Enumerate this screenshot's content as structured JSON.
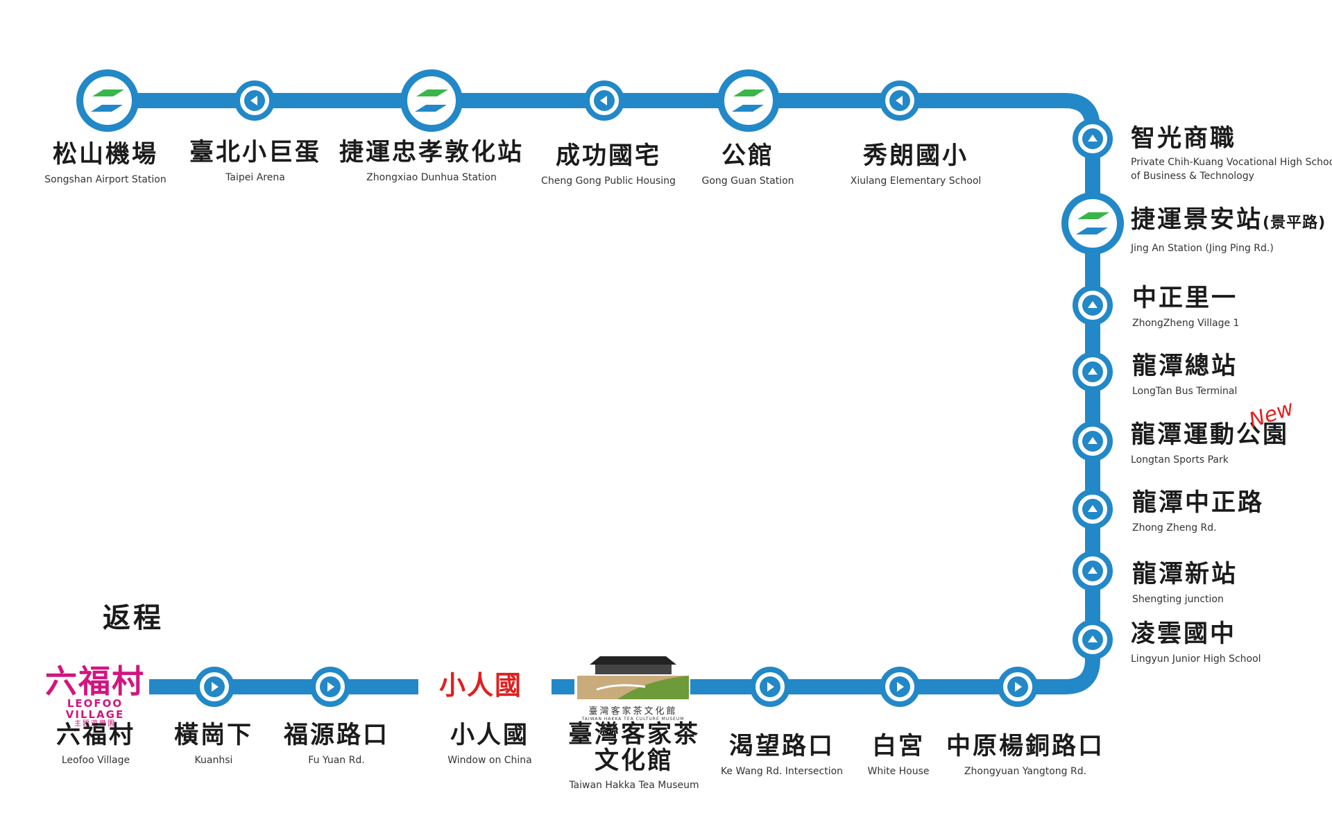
{
  "title": "返程",
  "badge_new": "New",
  "colors": {
    "line": "#2288c8",
    "metro_green": "#39b54a",
    "metro_blue": "#2288c8",
    "new_badge": "#e5201f",
    "leofoo_pink": "#d2157f",
    "window_red": "#e01f1f"
  },
  "stations_top": [
    {
      "zh": "松山機場",
      "en": "Songshan Airport Station",
      "type": "metro"
    },
    {
      "zh": "臺北小巨蛋",
      "en": "Taipei Arena",
      "type": "stop"
    },
    {
      "zh": "捷運忠孝敦化站",
      "en": "Zhongxiao Dunhua Station",
      "type": "metro"
    },
    {
      "zh": "成功國宅",
      "en": "Cheng Gong Public Housing",
      "type": "stop"
    },
    {
      "zh": "公館",
      "en": "Gong Guan Station",
      "type": "metro"
    },
    {
      "zh": "秀朗國小",
      "en": "Xiulang Elementary School",
      "type": "stop"
    }
  ],
  "stations_right": [
    {
      "zh": "智光商職",
      "en": "Private Chih-Kuang Vocational High School",
      "en2": "of Business & Technology",
      "type": "stop"
    },
    {
      "zh": "捷運景安站",
      "zh_suffix": "(景平路)",
      "en": "Jing An Station (Jing Ping Rd.)",
      "type": "metro"
    },
    {
      "zh": "中正里一",
      "en": "ZhongZheng Village 1",
      "type": "stop"
    },
    {
      "zh": "龍潭總站",
      "en": "LongTan Bus Terminal",
      "type": "stop"
    },
    {
      "zh": "龍潭運動公園",
      "en": "Longtan Sports Park",
      "type": "stop",
      "is_new": true
    },
    {
      "zh": "龍潭中正路",
      "en": "Zhong Zheng Rd.",
      "type": "stop"
    },
    {
      "zh": "龍潭新站",
      "en": "Shengting junction",
      "type": "stop"
    },
    {
      "zh": "凌雲國中",
      "en": "Lingyun Junior High School",
      "type": "stop"
    }
  ],
  "stations_bottom": [
    {
      "zh": "六福村",
      "en": "Leofoo Village",
      "type": "logo"
    },
    {
      "zh": "橫崗下",
      "en": "Kuanhsi",
      "type": "stop"
    },
    {
      "zh": "福源路口",
      "en": "Fu Yuan Rd.",
      "type": "stop"
    },
    {
      "zh": "小人國",
      "en": "Window on China",
      "type": "logo"
    },
    {
      "zh": "臺灣客家茶",
      "zh2": "文化館",
      "en": "Taiwan Hakka Tea Museum",
      "type": "logo"
    },
    {
      "zh": "渴望路口",
      "en": "Ke Wang Rd. Intersection",
      "type": "stop"
    },
    {
      "zh": "白宮",
      "en": "White House",
      "type": "stop"
    },
    {
      "zh": "中原楊銅路口",
      "en": "Zhongyuan Yangtong Rd.",
      "type": "stop"
    }
  ],
  "logos": {
    "leofoo_zh": "六福村",
    "leofoo_en": "LEOFOO VILLAGE",
    "leofoo_sub": "主題遊樂園",
    "window_zh": "小人國",
    "hakka_zh": "臺灣客家茶文化館",
    "hakka_en": "TAIWAN HAKKA TEA CULTURE MUSEUM"
  }
}
